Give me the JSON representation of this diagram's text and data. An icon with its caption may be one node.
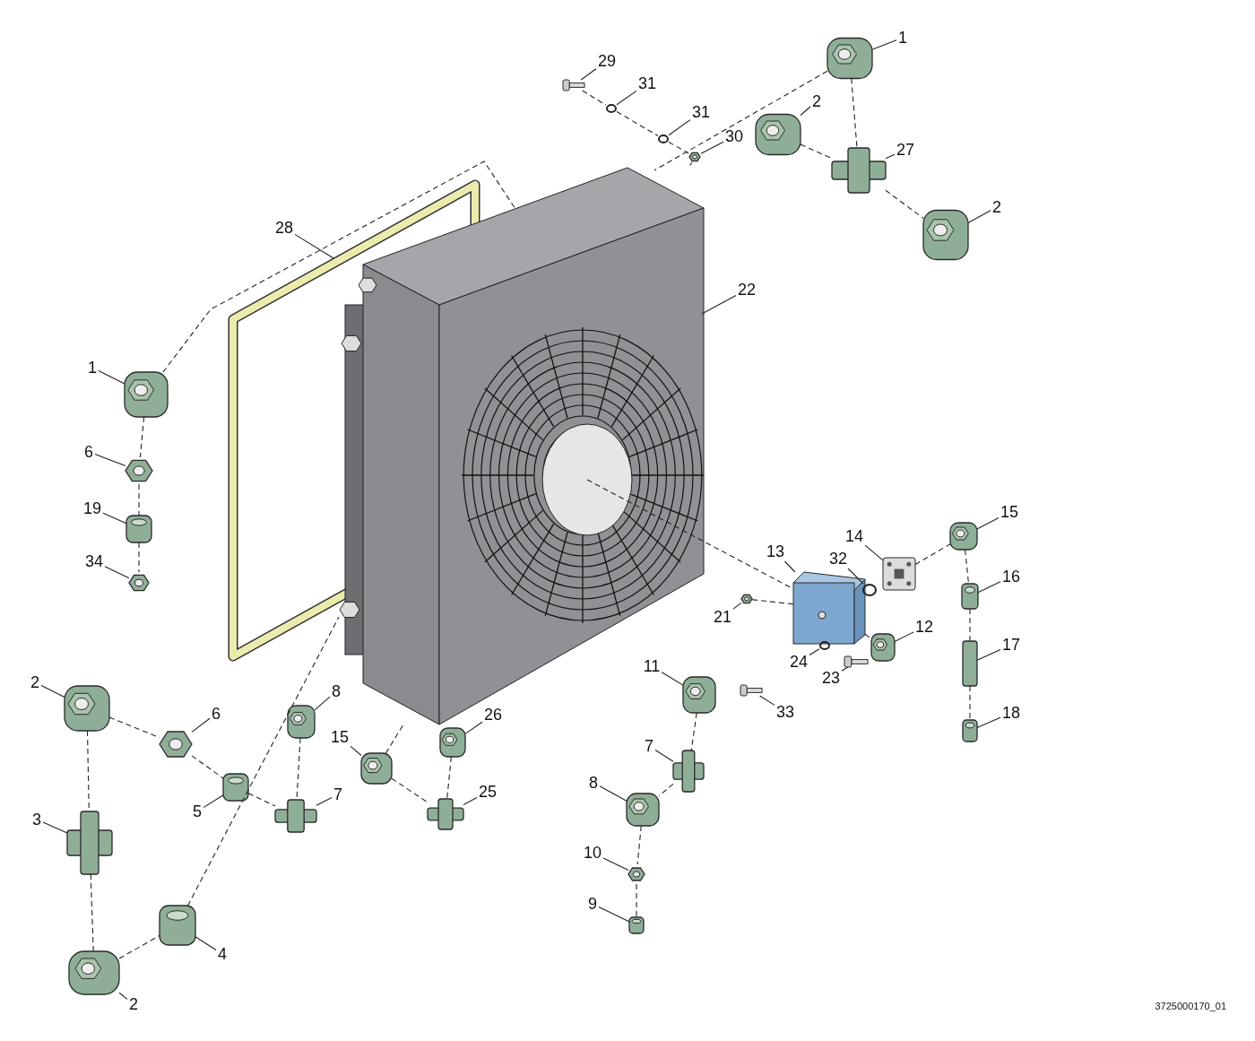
{
  "diagram": {
    "nodes": [
      {
        "text": [
          "1"
        ]
      },
      {
        "text": [],
        "shape": "picture"
      },
      {
        "text": [
          "2"
        ]
      },
      {
        "text": [],
        "shape": "picture"
      },
      {
        "text": [
          "27"
        ]
      },
      {
        "text": [],
        "shape": "picture"
      },
      {
        "text": [
          "2"
        ]
      },
      {
        "text": [],
        "shape": "picture"
      },
      {
        "text": [
          "29"
        ]
      },
      {
        "text": [],
        "shape": "picture"
      },
      {
        "text": [
          "31"
        ]
      },
      {
        "text": [],
        "shape": "circle"
      },
      {
        "text": [
          "31"
        ]
      },
      {
        "text": [],
        "shape": "circle"
      },
      {
        "text": [
          "30"
        ]
      },
      {
        "text": [],
        "shape": "picture"
      },
      {
        "text": [
          "28"
        ]
      },
      {
        "text": [],
        "shape": "picture"
      },
      {
        "text": [
          "22"
        ]
      },
      {
        "text": [],
        "shape": "picture"
      },
      {
        "text": [
          "1"
        ]
      },
      {
        "text": [],
        "shape": "picture"
      },
      {
        "text": [
          "6"
        ]
      },
      {
        "text": [],
        "shape": "picture"
      },
      {
        "text": [
          "19"
        ]
      },
      {
        "text": [],
        "shape": "picture"
      },
      {
        "text": [
          "34"
        ]
      },
      {
        "text": [],
        "shape": "picture"
      },
      {
        "text": [
          "13"
        ]
      },
      {
        "text": [],
        "shape": "picture"
      },
      {
        "text": [
          "32"
        ]
      },
      {
        "text": [],
        "shape": "circle"
      },
      {
        "text": [
          "14"
        ]
      },
      {
        "text": [],
        "shape": "picture"
      },
      {
        "text": [
          "15"
        ]
      },
      {
        "text": [],
        "shape": "picture"
      },
      {
        "text": [
          "16"
        ]
      },
      {
        "text": [],
        "shape": "picture"
      },
      {
        "text": [
          "17"
        ]
      },
      {
        "text": [],
        "shape": "picture"
      },
      {
        "text": [
          "18"
        ]
      },
      {
        "text": [],
        "shape": "picture"
      },
      {
        "text": [
          "21"
        ]
      },
      {
        "text": [],
        "shape": "picture"
      },
      {
        "text": [
          "12"
        ]
      },
      {
        "text": [],
        "shape": "picture"
      },
      {
        "text": [
          "24"
        ]
      },
      {
        "text": [],
        "shape": "circle"
      },
      {
        "text": [
          "23"
        ]
      },
      {
        "text": [],
        "shape": "picture"
      },
      {
        "text": [
          "11"
        ]
      },
      {
        "text": [],
        "shape": "picture"
      },
      {
        "text": [
          "33"
        ]
      },
      {
        "text": [],
        "shape": "picture"
      },
      {
        "text": [
          "7"
        ]
      },
      {
        "text": [],
        "shape": "picture"
      },
      {
        "text": [
          "8"
        ]
      },
      {
        "text": [],
        "shape": "picture"
      },
      {
        "text": [
          "10"
        ]
      },
      {
        "text": [],
        "shape": "picture"
      },
      {
        "text": [
          "9"
        ]
      },
      {
        "text": [],
        "shape": "picture"
      },
      {
        "text": [
          "2"
        ]
      },
      {
        "text": [],
        "shape": "picture"
      },
      {
        "text": [
          "6"
        ]
      },
      {
        "text": [],
        "shape": "picture"
      },
      {
        "text": [
          "8"
        ]
      },
      {
        "text": [],
        "shape": "picture"
      },
      {
        "text": [
          "26"
        ]
      },
      {
        "text": [],
        "shape": "picture"
      },
      {
        "text": [
          "15"
        ]
      },
      {
        "text": [],
        "shape": "picture"
      },
      {
        "text": [
          "5"
        ]
      },
      {
        "text": [],
        "shape": "picture"
      },
      {
        "text": [
          "7"
        ]
      },
      {
        "text": [],
        "shape": "picture"
      },
      {
        "text": [
          "25"
        ]
      },
      {
        "text": [],
        "shape": "picture"
      },
      {
        "text": [
          "3"
        ]
      },
      {
        "text": [],
        "shape": "picture"
      },
      {
        "text": [
          "4"
        ]
      },
      {
        "text": [],
        "shape": "picture"
      },
      {
        "text": [
          "2"
        ]
      },
      {
        "text": [],
        "shape": "picture"
      }
    ],
    "edges": [
      {
        "from": 0,
        "to": 1,
        "arrow": "none"
      },
      {
        "from": 2,
        "to": 3,
        "arrow": "none"
      },
      {
        "from": 4,
        "to": 5,
        "arrow": "none"
      },
      {
        "from": 6,
        "to": 7,
        "arrow": "none"
      },
      {
        "from": 8,
        "to": 9,
        "arrow": "none"
      },
      {
        "from": 10,
        "to": 11,
        "arrow": "none"
      },
      {
        "from": 12,
        "to": 13,
        "arrow": "none"
      },
      {
        "from": 14,
        "to": 15,
        "arrow": "none"
      },
      {
        "from": 16,
        "to": 17,
        "arrow": "none"
      },
      {
        "from": 18,
        "to": 19,
        "arrow": "none"
      },
      {
        "from": 20,
        "to": 21,
        "arrow": "none"
      },
      {
        "from": 22,
        "to": 23,
        "arrow": "none"
      },
      {
        "from": 24,
        "to": 25,
        "arrow": "none"
      },
      {
        "from": 26,
        "to": 27,
        "arrow": "none"
      },
      {
        "from": 28,
        "to": 29,
        "arrow": "none"
      },
      {
        "from": 30,
        "to": 31,
        "arrow": "none"
      },
      {
        "from": 32,
        "to": 33,
        "arrow": "none"
      },
      {
        "from": 34,
        "to": 35,
        "arrow": "none"
      },
      {
        "from": 36,
        "to": 37,
        "arrow": "none"
      },
      {
        "from": 38,
        "to": 39,
        "arrow": "none"
      },
      {
        "from": 40,
        "to": 41,
        "arrow": "none"
      },
      {
        "from": 42,
        "to": 43,
        "arrow": "none"
      },
      {
        "from": 44,
        "to": 45,
        "arrow": "none"
      },
      {
        "from": 46,
        "to": 47,
        "arrow": "none"
      },
      {
        "from": 48,
        "to": 49,
        "arrow": "none"
      },
      {
        "from": 50,
        "to": 51,
        "arrow": "none"
      },
      {
        "from": 52,
        "to": 53,
        "arrow": "none"
      },
      {
        "from": 54,
        "to": 55,
        "arrow": "none"
      },
      {
        "from": 56,
        "to": 57,
        "arrow": "none"
      },
      {
        "from": 58,
        "to": 59,
        "arrow": "none"
      },
      {
        "from": 60,
        "to": 61,
        "arrow": "none"
      },
      {
        "from": 62,
        "to": 63,
        "arrow": "none"
      },
      {
        "from": 64,
        "to": 65,
        "arrow": "none"
      },
      {
        "from": 66,
        "to": 67,
        "arrow": "none"
      },
      {
        "from": 68,
        "to": 69,
        "arrow": "none"
      },
      {
        "from": 70,
        "to": 71,
        "arrow": "none"
      },
      {
        "from": 72,
        "to": 73,
        "arrow": "none"
      },
      {
        "from": 74,
        "to": 75,
        "arrow": "none"
      },
      {
        "from": 76,
        "to": 77,
        "arrow": "none"
      },
      {
        "from": 78,
        "to": 79,
        "arrow": "none"
      },
      {
        "from": 80,
        "to": 81,
        "arrow": "none"
      },
      {
        "from": 82,
        "to": 83,
        "arrow": "none"
      },
      {
        "from": 1,
        "to": 5,
        "arrow": "none",
        "style": "dashed"
      },
      {
        "from": 3,
        "to": 5,
        "arrow": "none",
        "style": "dashed"
      },
      {
        "from": 5,
        "to": 7,
        "arrow": "none",
        "style": "dashed"
      },
      {
        "from": 1,
        "to": 19,
        "arrow": "none",
        "style": "dashed"
      },
      {
        "from": 9,
        "to": 11,
        "arrow": "none",
        "style": "dashed"
      },
      {
        "from": 11,
        "to": 13,
        "arrow": "none",
        "style": "dashed"
      },
      {
        "from": 13,
        "to": 15,
        "arrow": "none",
        "style": "dashed"
      },
      {
        "from": 15,
        "to": 19,
        "arrow": "none",
        "style": "dashed"
      },
      {
        "from": 21,
        "to": 19,
        "arrow": "none",
        "style": "dashed"
      },
      {
        "from": 21,
        "to": 23,
        "arrow": "none",
        "style": "dashed"
      },
      {
        "from": 23,
        "to": 25,
        "arrow": "none",
        "style": "dashed"
      },
      {
        "from": 25,
        "to": 27,
        "arrow": "none",
        "style": "dashed"
      },
      {
        "from": 19,
        "to": 29,
        "arrow": "none",
        "style": "dashed"
      },
      {
        "from": 43,
        "to": 29,
        "arrow": "none",
        "style": "dashed"
      },
      {
        "from": 33,
        "to": 35,
        "arrow": "none",
        "style": "dashed"
      },
      {
        "from": 35,
        "to": 37,
        "arrow": "none",
        "style": "dashed"
      },
      {
        "from": 37,
        "to": 39,
        "arrow": "none",
        "style": "dashed"
      },
      {
        "from": 39,
        "to": 41,
        "arrow": "none",
        "style": "dashed"
      },
      {
        "from": 29,
        "to": 45,
        "arrow": "none",
        "style": "dashed"
      },
      {
        "from": 51,
        "to": 55,
        "arrow": "none",
        "style": "dashed"
      },
      {
        "from": 55,
        "to": 57,
        "arrow": "none",
        "style": "dashed"
      },
      {
        "from": 57,
        "to": 59,
        "arrow": "none",
        "style": "dashed"
      },
      {
        "from": 59,
        "to": 61,
        "arrow": "none",
        "style": "dashed"
      },
      {
        "from": 63,
        "to": 65,
        "arrow": "none",
        "style": "dashed"
      },
      {
        "from": 65,
        "to": 73,
        "arrow": "none",
        "style": "dashed"
      },
      {
        "from": 73,
        "to": 75,
        "arrow": "none",
        "style": "dashed"
      },
      {
        "from": 67,
        "to": 75,
        "arrow": "none",
        "style": "dashed"
      },
      {
        "from": 63,
        "to": 79,
        "arrow": "none",
        "style": "dashed"
      },
      {
        "from": 79,
        "to": 83,
        "arrow": "none",
        "style": "dashed"
      },
      {
        "from": 83,
        "to": 81,
        "arrow": "none",
        "style": "dashed"
      },
      {
        "from": 81,
        "to": 19,
        "arrow": "none",
        "style": "dashed"
      },
      {
        "from": 71,
        "to": 77,
        "arrow": "none",
        "style": "dashed"
      },
      {
        "from": 69,
        "to": 77,
        "arrow": "none",
        "style": "dashed"
      },
      {
        "from": 71,
        "to": 19,
        "arrow": "none",
        "style": "dashed"
      }
    ],
    "labels": [
      "3725000170_01"
    ]
  }
}
